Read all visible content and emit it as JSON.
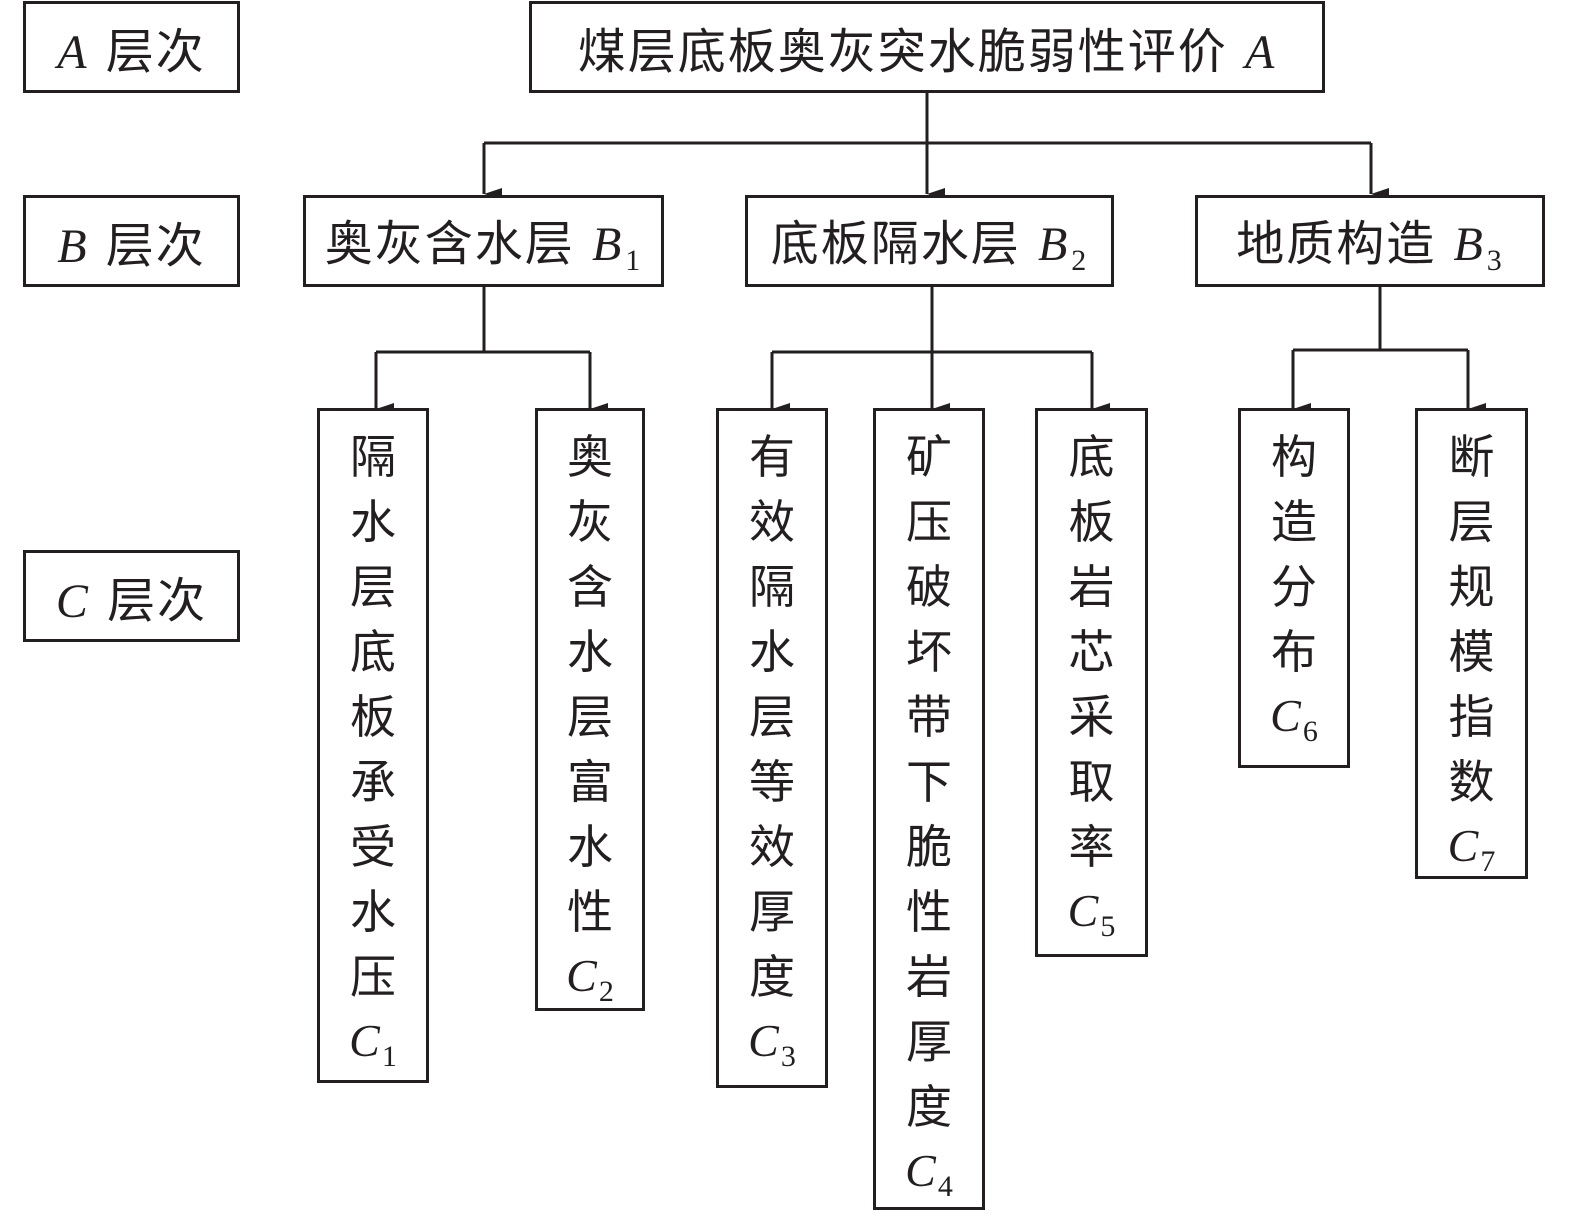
{
  "levels": [
    {
      "letter": "A",
      "suffix": "层次"
    },
    {
      "letter": "B",
      "suffix": "层次"
    },
    {
      "letter": "C",
      "suffix": "层次"
    }
  ],
  "root": {
    "text": "煤层底板奥灰突水脆弱性评价",
    "code": "A"
  },
  "criteria": [
    {
      "text": "奥灰含水层",
      "code": "B",
      "sub": "1"
    },
    {
      "text": "底板隔水层",
      "code": "B",
      "sub": "2"
    },
    {
      "text": "地质构造",
      "code": "B",
      "sub": "3"
    }
  ],
  "indicators": [
    {
      "chars": [
        "隔",
        "水",
        "层",
        "底",
        "板",
        "承",
        "受",
        "水",
        "压"
      ],
      "code": "C",
      "sub": "1",
      "parent": 0
    },
    {
      "chars": [
        "奥",
        "灰",
        "含",
        "水",
        "层",
        "富",
        "水",
        "性"
      ],
      "code": "C",
      "sub": "2",
      "parent": 0
    },
    {
      "chars": [
        "有",
        "效",
        "隔",
        "水",
        "层",
        "等",
        "效",
        "厚",
        "度"
      ],
      "code": "C",
      "sub": "3",
      "parent": 1
    },
    {
      "chars": [
        "矿",
        "压",
        "破",
        "坏",
        "带",
        "下",
        "脆",
        "性",
        "岩",
        "厚",
        "度"
      ],
      "code": "C",
      "sub": "4",
      "parent": 1
    },
    {
      "chars": [
        "底",
        "板",
        "岩",
        "芯",
        "采",
        "取",
        "率"
      ],
      "code": "C",
      "sub": "5",
      "parent": 1
    },
    {
      "chars": [
        "构",
        "造",
        "分",
        "布"
      ],
      "code": "C",
      "sub": "6",
      "parent": 2
    },
    {
      "chars": [
        "断",
        "层",
        "规",
        "模",
        "指",
        "数"
      ],
      "code": "C",
      "sub": "7",
      "parent": 2
    }
  ],
  "colors": {
    "stroke": "#231f20",
    "background": "#ffffff"
  }
}
